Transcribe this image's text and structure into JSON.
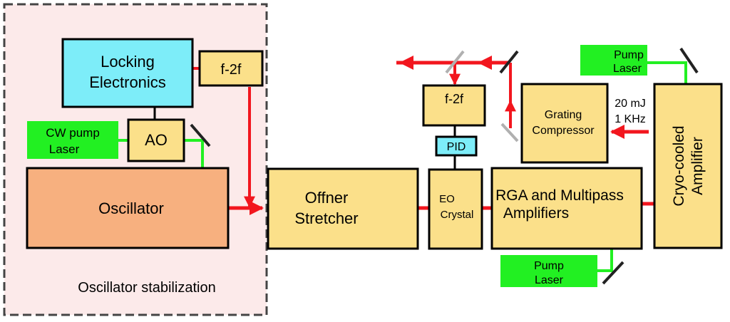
{
  "colors": {
    "box_yellow": "#FBE08A",
    "box_cyan": "#7DEDF9",
    "box_green": "#22F022",
    "box_orange": "#F7B07F",
    "panel_pink": "#FCEAEA",
    "laser_red": "#F2161E",
    "pump_green": "#22F022",
    "mirror_dark": "#222222",
    "mirror_gray": "#B0B0B0"
  },
  "stabilization_panel": {
    "label": "Oscillator stabilization"
  },
  "blocks": {
    "locking_electronics": {
      "line1": "Locking",
      "line2": "Electronics"
    },
    "f2f_osc": {
      "label": "f-2f"
    },
    "ao": {
      "label": "AO"
    },
    "cw_pump": {
      "line1": "CW pump",
      "line2": "Laser"
    },
    "oscillator": {
      "label": "Oscillator"
    },
    "offner": {
      "line1": "Offner",
      "line2": "Stretcher"
    },
    "f2f_amp": {
      "label": "f-2f"
    },
    "pid": {
      "label": "PID"
    },
    "eo_crystal": {
      "line1": "EO",
      "line2": "Crystal"
    },
    "rga": {
      "line1": "RGA and Multipass",
      "line2": "Amplifiers"
    },
    "grating": {
      "line1": "Grating",
      "line2": "Compressor"
    },
    "pump_top": {
      "line1": "Pump",
      "line2": "Laser"
    },
    "pump_bottom": {
      "line1": "Pump",
      "line2": "Laser"
    },
    "cryo": {
      "line1": "Cryo-cooled",
      "line2": "Amplifier"
    }
  },
  "annotations": {
    "energy": "20 mJ",
    "rate": "1 KHz"
  }
}
